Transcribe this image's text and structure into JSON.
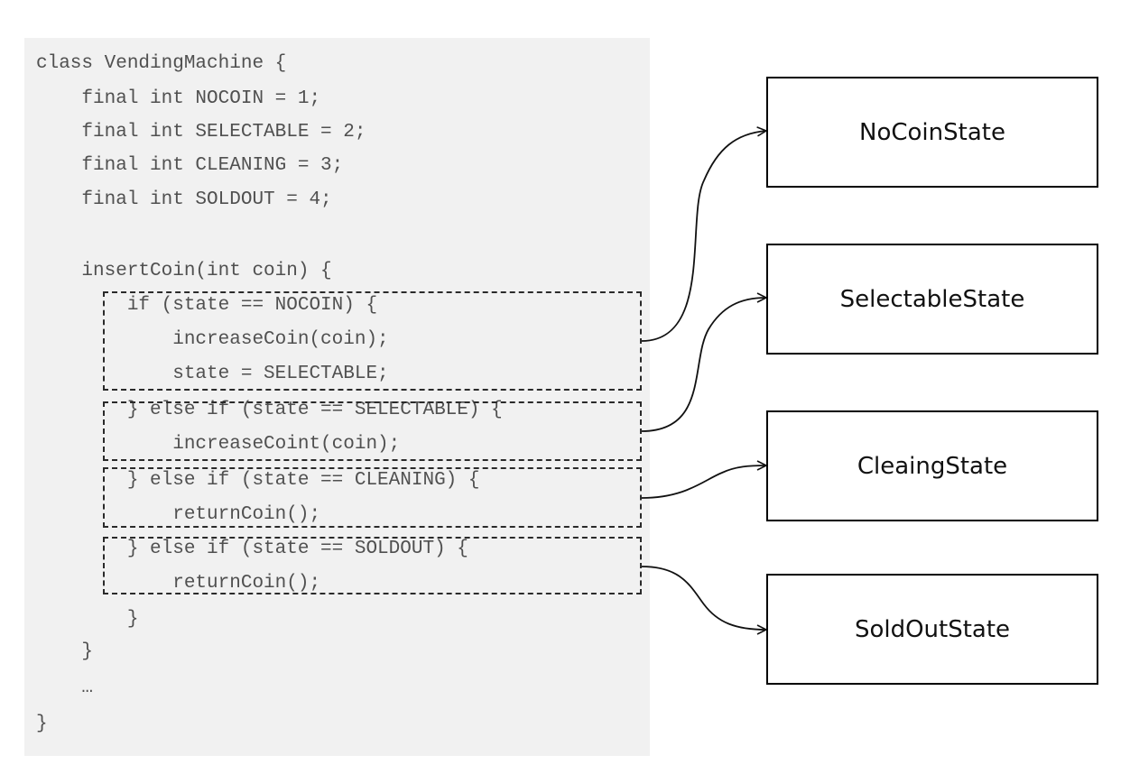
{
  "code": {
    "lines": [
      "class VendingMachine {",
      "    final int NOCOIN = 1;",
      "    final int SELECTABLE = 2;",
      "    final int CLEANING = 3;",
      "    final int SOLDOUT = 4;",
      "",
      "    insertCoin(int coin) {",
      "        if (state == NOCOIN) {",
      "            increaseCoin(coin);",
      "            state = SELECTABLE;",
      "        } else if (state == SELECTABLE) {",
      "            increaseCoint(coin);",
      "        } else if (state == CLEANING) {",
      "            returnCoin();",
      "        } else if (state == SOLDOUT) {",
      "            returnCoin();",
      "        }",
      "    }",
      "    …",
      "}"
    ]
  },
  "states": [
    {
      "label": "NoCoinState"
    },
    {
      "label": "SelectableState"
    },
    {
      "label": "CleaingState"
    },
    {
      "label": "SoldOutState"
    }
  ]
}
